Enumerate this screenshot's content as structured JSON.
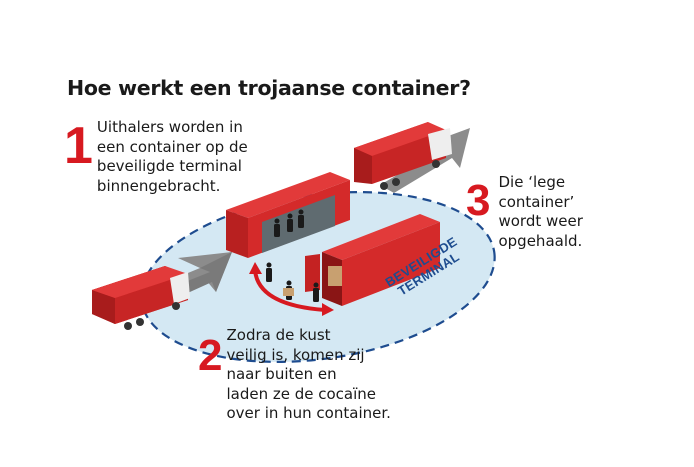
{
  "title": "Hoe werkt een trojaanse container?",
  "steps": [
    {
      "number": "1",
      "text_lines": [
        "Uithalers worden in",
        "een container op de",
        "beveiligde terminal",
        "binnengebracht."
      ]
    },
    {
      "number": "2",
      "text_lines": [
        "Zodra de kust",
        "veilig is, komen zij",
        "naar buiten en",
        "laden ze de cocaïne",
        "over in hun container."
      ]
    },
    {
      "number": "3",
      "text_lines": [
        "Die ‘lege",
        "container’",
        "wordt weer",
        "opgehaald."
      ]
    }
  ],
  "terminal_label": {
    "line1": "BEVEILIGDE",
    "line2": "TERMINAL"
  },
  "colors": {
    "accent_red": "#d71920",
    "container_red": "#d42a2a",
    "terminal_fill": "#d4e8f3",
    "terminal_border": "#1e4c8f",
    "arrow_gray": "#8a8a8a",
    "text": "#1a1a1a"
  }
}
